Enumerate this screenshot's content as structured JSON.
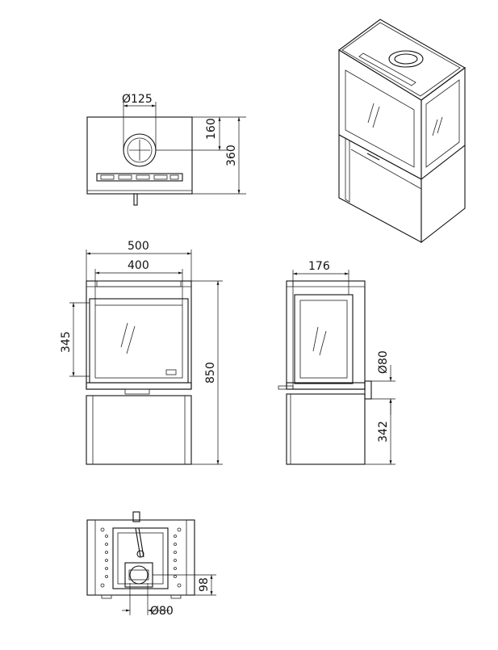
{
  "top_view": {
    "flue_diameter": "Ø125",
    "flue_offset": "160",
    "depth": "360"
  },
  "front_view": {
    "total_width": "500",
    "glass_width": "400",
    "glass_height": "345",
    "total_height": "850"
  },
  "side_view": {
    "depth_offset": "176",
    "rear_outlet_diameter": "Ø80",
    "rear_outlet_height": "342"
  },
  "bottom_view": {
    "air_inlet_offset": "98",
    "air_inlet_diameter": "Ø80"
  },
  "colors": {
    "line": "#111111",
    "background": "#ffffff"
  }
}
